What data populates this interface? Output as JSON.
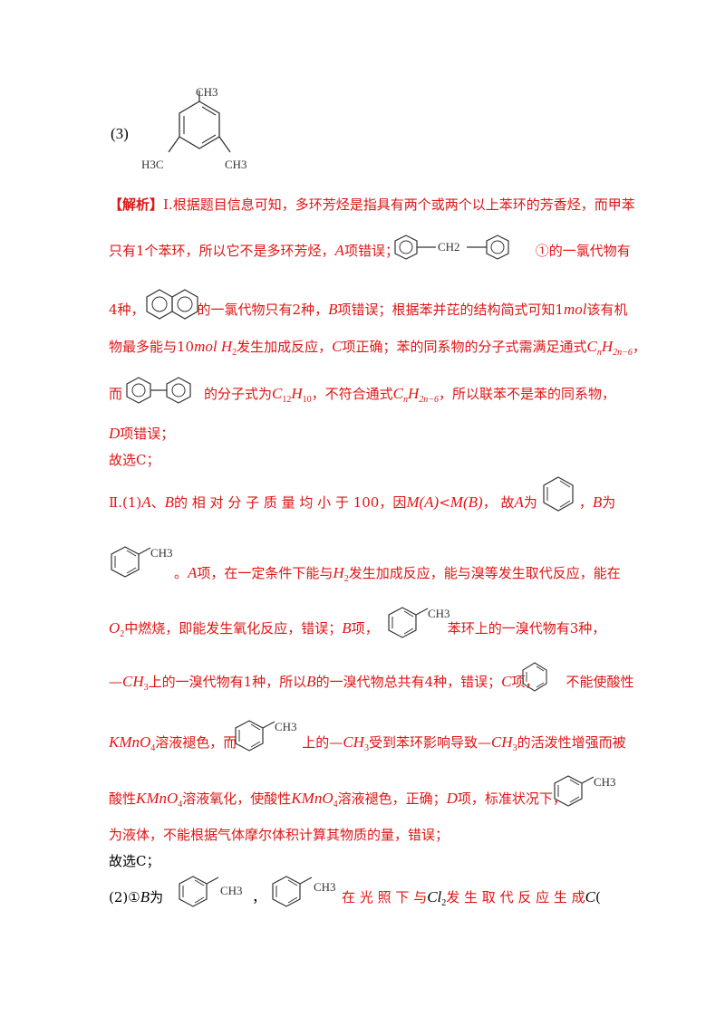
{
  "q3_label": "(3)",
  "mesitylene": {
    "top": "CH3",
    "left": "H3C",
    "right": "CH3"
  },
  "analysis_tag": "【解析】",
  "p1": {
    "a": "Ⅰ.根据题目信息可知，多环芳烃是指具有两个或两个以上苯环的芳香烃，而甲苯",
    "b": "只有1个苯环，所以它不是多环芳烃，",
    "b_A": "A",
    "b2": "项错误；",
    "b_mol": "CH2",
    "b3": "①的一氯代物有",
    "c": "4种，",
    "c2": "的一氯代物只有2种，",
    "c_B": "B",
    "c3": "项错误；根据苯并芘的结构简式可知1",
    "c_mol": "mol",
    "c4": "该有机",
    "d": "物最多能与10",
    "d_mol": "mol H",
    "d_2": "2",
    "d2": "发生加成反应，",
    "d_C": "C",
    "d3": "项正确；苯的同系物的分子式需满足通式",
    "d_Cn": "C",
    "d_n": "n",
    "d_H": "H",
    "d_2n6": "2n−6",
    "d4": "，",
    "e": "而",
    "e2": "的分子式为",
    "e_C": "C",
    "e_12": "12",
    "e_H": "H",
    "e_10": "10",
    "e3": "，不符合通式",
    "e_Cn": "C",
    "e_n": "n",
    "e_Hn": "H",
    "e_2n6": "2n−6",
    "e4": "，所以联苯不是苯的同系物，",
    "f_D": "D",
    "f": "项错误；",
    "g": "故选C；"
  },
  "p2": {
    "a": "Ⅱ.(1)",
    "a_A": "A",
    "a2": "、",
    "a_B": "B",
    "a3": "的 相 对 分 子 质 量 均 小 于 100，因",
    "a_M": "M",
    "a_pA": "(A)",
    "a_lt": "<",
    "a_M2": "M",
    "a_pB": "(B)",
    "a4": "， 故",
    "a_A2": "A",
    "a5": "为",
    "a6": "，",
    "a_B2": "B",
    "a7": "为",
    "b_mol": "CH3",
    "b1": "。",
    "b_A": "A",
    "b2": "项，在一定条件下能与",
    "b_H": "H",
    "b_2": "2",
    "b3": "发生加成反应，能与溴等发生取代反应，能在",
    "c_O": "O",
    "c_2": "2",
    "c1": "中燃烧，即能发生氧化反应，错误；",
    "c_B": "B",
    "c2": "项，",
    "c_mol": "CH3",
    "c3": "苯环上的一溴代物有3种，",
    "d_dash": "—",
    "d_CH": "CH",
    "d_3": "3",
    "d1": "上的一溴代物有1种，所以",
    "d_B": "B",
    "d2": "的一溴代物总共有4种，错误；",
    "d_C": "C",
    "d3": "项，",
    "d4": "不能使酸性",
    "e_K": "KMnO",
    "e_4": "4",
    "e1": "溶液褪色，而",
    "e_mol": "CH3",
    "e2": "上的—",
    "e_CH": "CH",
    "e_3": "3",
    "e3": "受到苯环影响导致—",
    "e_CH2": "CH",
    "e_32": "3",
    "e4": "的活泼性增强而被",
    "f1": "酸性",
    "f_K": "KMnO",
    "f_4": "4",
    "f2": "溶液氧化，使酸性",
    "f_K2": "KMnO",
    "f_42": "4",
    "f3": "溶液褪色，正确；",
    "f_D": "D",
    "f4": "项，标准状况下，",
    "f_mol": "CH3",
    "g": "为液体，不能根据气体摩尔体积计算其物质的量，错误；",
    "h": "故选C；",
    "i": "(2)①",
    "i_B": "B",
    "i2": "为",
    "i_mol": "CH3",
    "i3": "，",
    "i_mol2": "CH3",
    "i4": "在 光 照 下 与",
    "i_Cl": "Cl",
    "i_2": "2",
    "i5": "发 生 取 代 反 应 生 成",
    "i_C": "C",
    "i6": "("
  }
}
